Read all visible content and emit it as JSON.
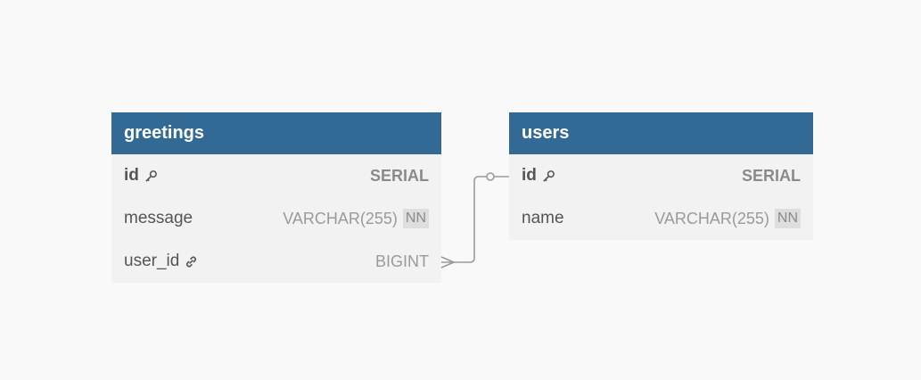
{
  "tables": [
    {
      "name": "greetings",
      "columns": [
        {
          "name": "id",
          "type": "SERIAL",
          "pk": true,
          "icon": "key-icon"
        },
        {
          "name": "message",
          "type": "VARCHAR(255)",
          "badge": "NN"
        },
        {
          "name": "user_id",
          "type": "BIGINT",
          "icon": "link-icon"
        }
      ]
    },
    {
      "name": "users",
      "columns": [
        {
          "name": "id",
          "type": "SERIAL",
          "pk": true,
          "icon": "key-icon"
        },
        {
          "name": "name",
          "type": "VARCHAR(255)",
          "badge": "NN"
        }
      ]
    }
  ],
  "relationship": {
    "from": "greetings.user_id",
    "to": "users.id",
    "from_end": "crow-foot-many",
    "to_end": "circle-optional"
  },
  "colors": {
    "header": "#336a95",
    "body": "#f2f2f2",
    "background": "#f9f9f9",
    "line": "#9a9a9a"
  }
}
